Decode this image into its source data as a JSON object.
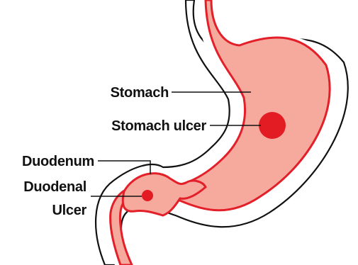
{
  "labels": {
    "stomach": "Stomach",
    "stomach_ulcer": "Stomach ulcer",
    "duodenum": "Duodenum",
    "duodenal_ulcer_line1": "Duodenal",
    "duodenal_ulcer_line2": "Ulcer"
  },
  "colors": {
    "tissue_fill": "#f6aa9e",
    "wall_red": "#e3202a",
    "outline_black": "#111111",
    "ulcer": "#e31b23",
    "background": "#ffffff"
  }
}
